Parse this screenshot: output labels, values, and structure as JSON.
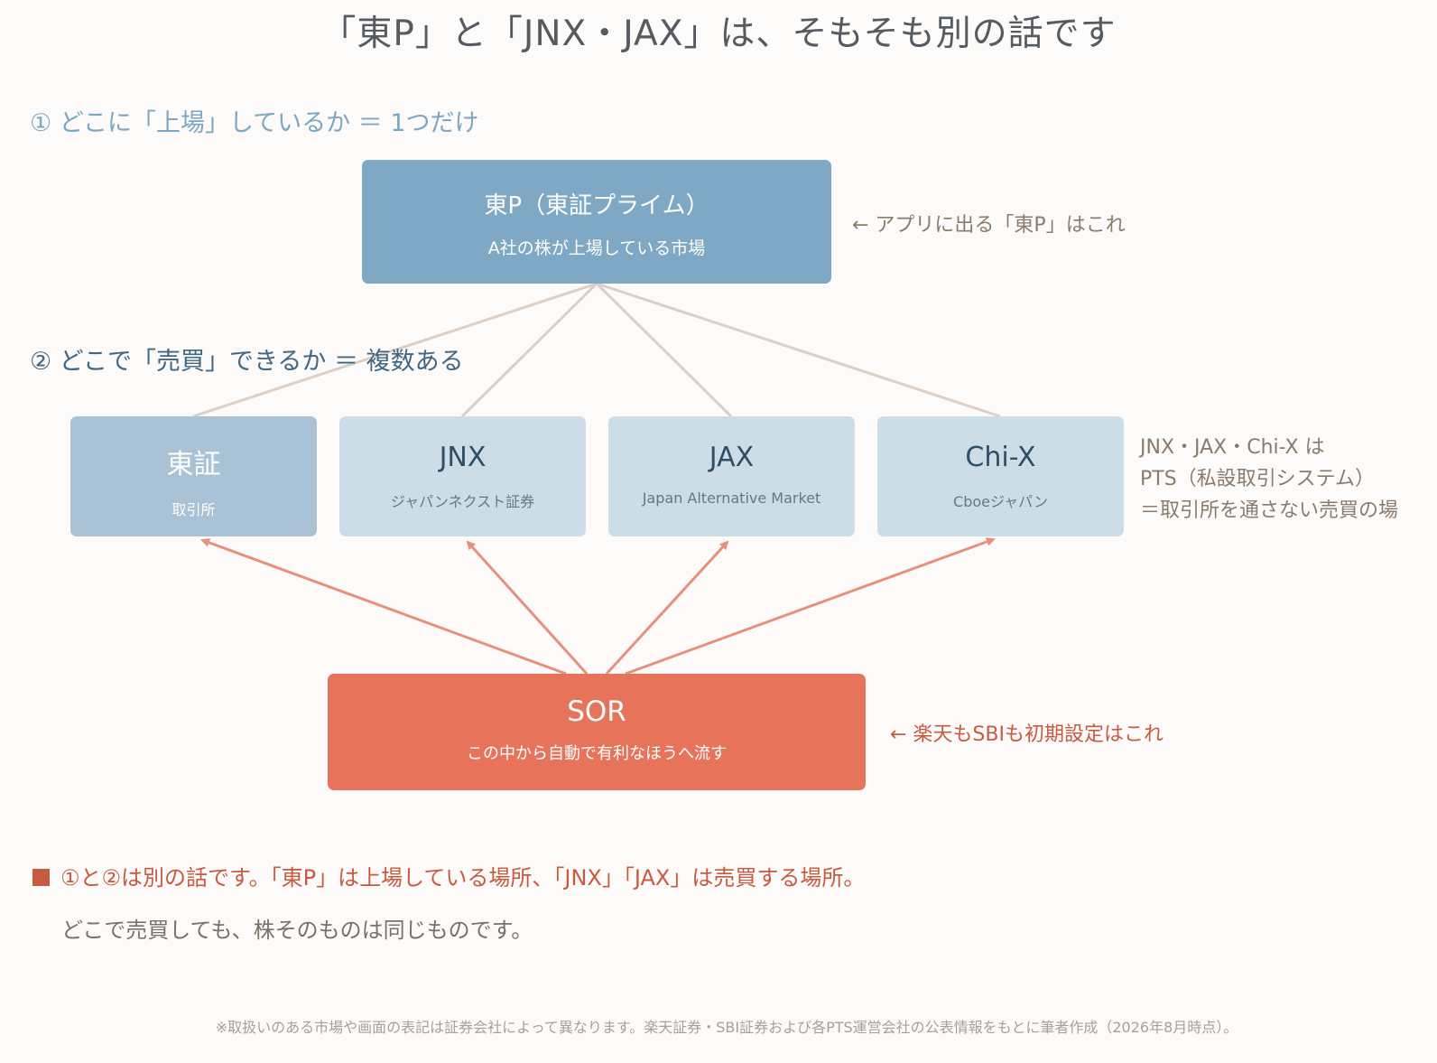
{
  "title": "「東P」と「JNX・JAX」は、そもそも別の話です",
  "sections": {
    "listing": "① どこに「上場」しているか ＝ 1つだけ",
    "trading": "② どこで「売買」できるか ＝ 複数ある"
  },
  "listing_box": {
    "title": "東P（東証プライム）",
    "subtitle": "A社の株が上場している市場",
    "note": "← アプリに出る「東P」はこれ"
  },
  "venues": [
    {
      "title": "東証",
      "subtitle": "取引所"
    },
    {
      "title": "JNX",
      "subtitle": "ジャパンネクスト証券"
    },
    {
      "title": "JAX",
      "subtitle": "Japan Alternative Market"
    },
    {
      "title": "Chi-X",
      "subtitle": "Cboeジャパン"
    }
  ],
  "pts_note": [
    "JNX・JAX・Chi-X は",
    "PTS（私設取引システム）",
    "＝取引所を通さない売買の場"
  ],
  "sor_box": {
    "title": "SOR",
    "subtitle": "この中から自動で有利なほうへ流す",
    "note": "← 楽天もSBIも初期設定はこれ"
  },
  "summary": {
    "line1": "①と②は別の話です。「東P」は上場している場所、「JNX」「JAX」は売買する場所。",
    "line2": "どこで売買しても、株そのものは同じものです。"
  },
  "footnote": "※取扱いのある市場や画面の表記は証券会社によって異なります。楽天証券・SBI証券および各PTS運営会社の公表情報をもとに筆者作成（2026年8月時点）。",
  "colors": {
    "listing_box": "#7ea8c3",
    "exchange_box": "#a9c2d5",
    "pts_box": "#cddde8",
    "sor_box": "#e8735b",
    "connector": "#dcd0c6",
    "arrow": "#e8907a",
    "accent_red": "#c85a3f"
  }
}
